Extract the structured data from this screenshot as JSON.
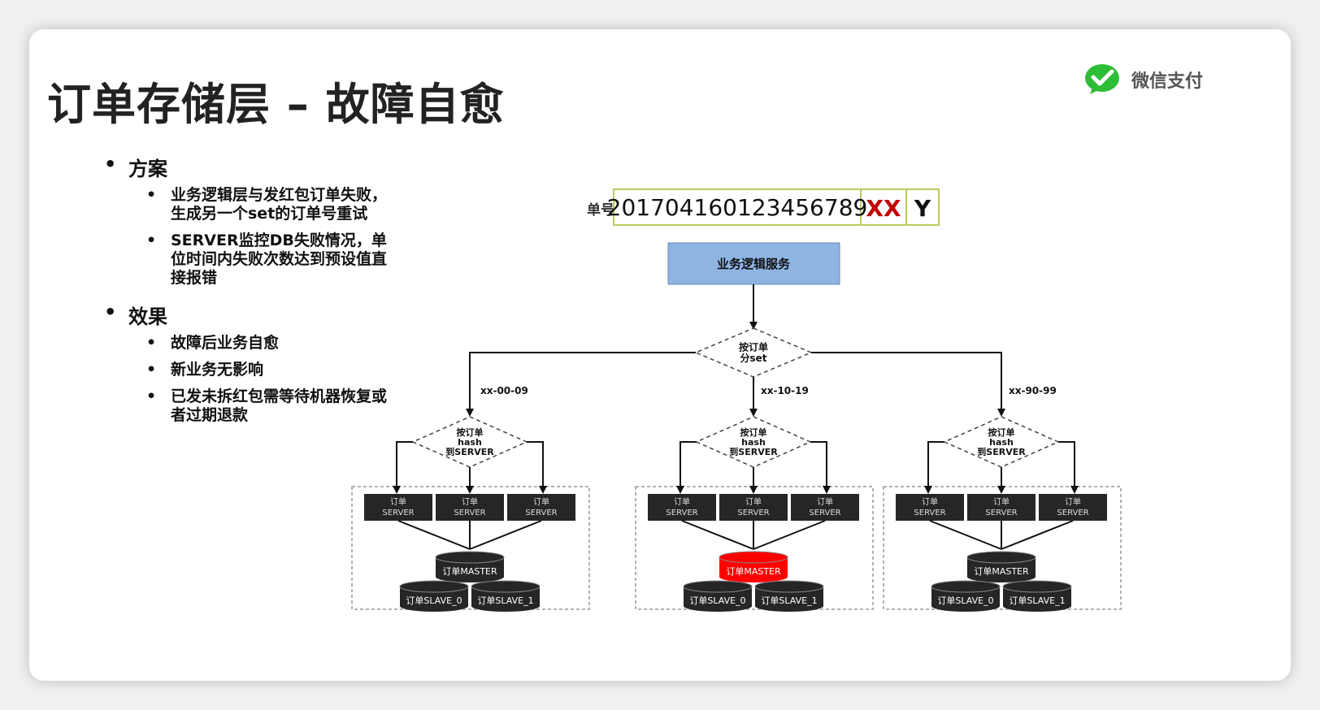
{
  "title": "订单存储层 – 故障自愈",
  "brand": {
    "name": "微信支付",
    "color": "#2dbd37"
  },
  "bullets": [
    {
      "heading": "方案",
      "items": [
        "业务逻辑层与发红包订单失败，生成另一个set的订单号重试",
        "SERVER监控DB失败情况，单位时间内失败次数达到预设值直接报错"
      ]
    },
    {
      "heading": "效果",
      "items": [
        "故障后业务自愈",
        "新业务无影响",
        "已发未拆红包需等待机器恢复或者过期退款"
      ]
    }
  ],
  "order_id": {
    "label": "单号：",
    "number": "201704160123456789",
    "set_part": "XX",
    "suffix": "Y",
    "set_color": "#c00000"
  },
  "diagram": {
    "service": "业务逻辑服务",
    "router": "按订单分set",
    "branch_labels": [
      "xx-00-09",
      "xx-10-19",
      "xx-90-99"
    ],
    "set_router": "按订单hash到SERVER",
    "server": "订单SERVER",
    "master": "订单MASTER",
    "slaves": [
      "订单SLAVE_0",
      "订单SLAVE_1"
    ],
    "failed_set_index": 1,
    "colors": {
      "service_fill": "#8eb4e3",
      "node_fill": "#262626",
      "failed_fill": "#ff0000"
    }
  }
}
